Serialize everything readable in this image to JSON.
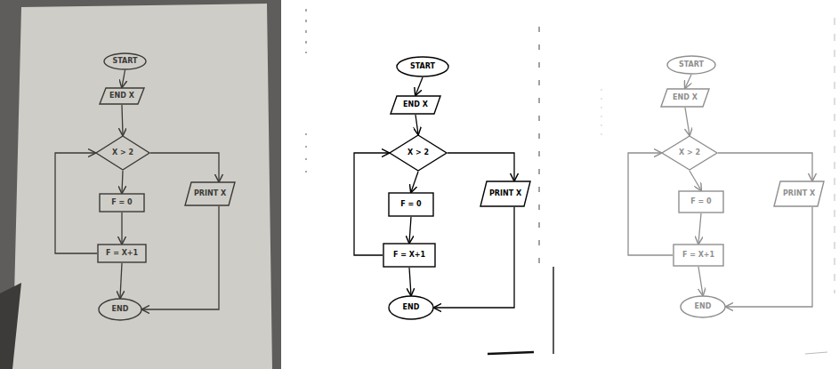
{
  "diagram": {
    "nodes": [
      {
        "text": [
          "START"
        ]
      },
      {
        "text": [
          "END X"
        ]
      },
      {
        "text": [
          "X > 2"
        ]
      },
      {
        "text": [
          "F = 0"
        ]
      },
      {
        "text": [
          "PRINT X"
        ]
      },
      {
        "text": [
          "F = X+1"
        ]
      },
      {
        "text": [
          "END"
        ]
      },
      {
        "text": [
          "START"
        ]
      },
      {
        "text": [
          "END X"
        ]
      },
      {
        "text": [
          "X > 2"
        ]
      },
      {
        "text": [
          "F = 0"
        ]
      },
      {
        "text": [
          "PRINT X"
        ]
      },
      {
        "text": [
          "F = X+1"
        ]
      },
      {
        "text": [
          "END"
        ]
      },
      {
        "text": [
          "START"
        ]
      },
      {
        "text": [
          "END X"
        ]
      },
      {
        "text": [
          "X > 2"
        ]
      },
      {
        "text": [
          "F = 0"
        ]
      },
      {
        "text": [
          "PRINT X"
        ]
      },
      {
        "text": [
          "F = X+1"
        ]
      },
      {
        "text": [
          "END"
        ]
      }
    ],
    "edges": [
      {
        "from": 0,
        "to": 1,
        "arrow": "to"
      },
      {
        "from": 1,
        "to": 2,
        "arrow": "to"
      },
      {
        "from": 2,
        "to": 3,
        "arrow": "to"
      },
      {
        "from": 3,
        "to": 5,
        "arrow": "to"
      },
      {
        "from": 5,
        "to": 2,
        "arrow": "to"
      },
      {
        "from": 2,
        "to": 4,
        "arrow": "to"
      },
      {
        "from": 4,
        "to": 6,
        "arrow": "to"
      },
      {
        "from": 5,
        "to": 6,
        "arrow": "to"
      },
      {
        "from": 7,
        "to": 8,
        "arrow": "to"
      },
      {
        "from": 8,
        "to": 9,
        "arrow": "to"
      },
      {
        "from": 9,
        "to": 10,
        "arrow": "to"
      },
      {
        "from": 10,
        "to": 12,
        "arrow": "to"
      },
      {
        "from": 12,
        "to": 9,
        "arrow": "to"
      },
      {
        "from": 9,
        "to": 11,
        "arrow": "to"
      },
      {
        "from": 11,
        "to": 13,
        "arrow": "to"
      },
      {
        "from": 12,
        "to": 13,
        "arrow": "to"
      },
      {
        "from": 14,
        "to": 15,
        "arrow": "to"
      },
      {
        "from": 15,
        "to": 16,
        "arrow": "to"
      },
      {
        "from": 16,
        "to": 17,
        "arrow": "to"
      },
      {
        "from": 17,
        "to": 19,
        "arrow": "to"
      },
      {
        "from": 19,
        "to": 16,
        "arrow": "to"
      },
      {
        "from": 16,
        "to": 18,
        "arrow": "to"
      },
      {
        "from": 18,
        "to": 20,
        "arrow": "to"
      },
      {
        "from": 19,
        "to": 20,
        "arrow": "to"
      }
    ]
  }
}
